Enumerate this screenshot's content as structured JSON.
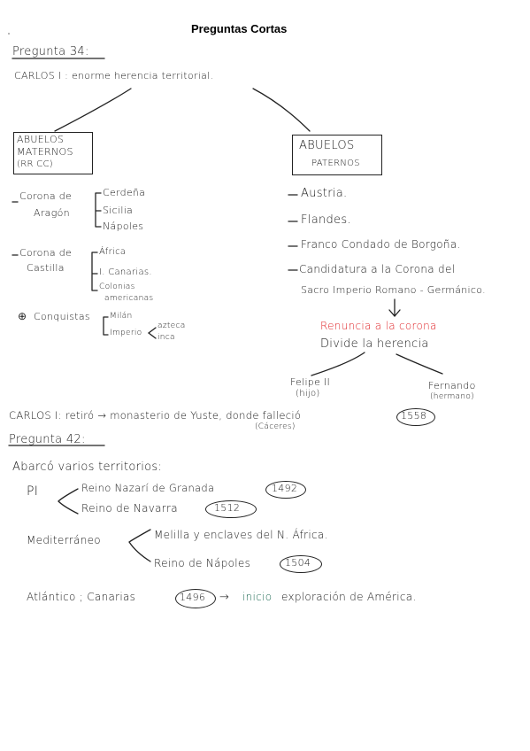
{
  "title": "Preguntas Cortas",
  "q34": {
    "heading": "Pregunta 34:",
    "carlos_line": "CARLOS I : enorme herencia territorial.",
    "maternos": {
      "box_l1": "ABUELOS",
      "box_l2": "MATERNOS",
      "box_l3": "(RR CC)",
      "aragon_l1": "Corona de",
      "aragon_l2": "Aragón",
      "aragon_items": [
        "Cerdeña",
        "Sicilia",
        "Nápoles"
      ],
      "castilla_l1": "Corona de",
      "castilla_l2": "Castilla",
      "castilla_items": [
        "África",
        "I. Canarias.",
        "Colonias",
        "americanas"
      ],
      "conquistas": "Conquistas",
      "conq_items": [
        "Milán",
        "Imperio"
      ],
      "imperio_items": [
        "azteca",
        "inca"
      ]
    },
    "paternos": {
      "box_l1": "ABUELOS",
      "box_l2": "PATERNOS",
      "items": [
        "Austria.",
        "Flandes.",
        "Franco Condado de Borgoña.",
        "Candidatura a la Corona del",
        "Sacro Imperio Romano - Germánico."
      ],
      "renuncia": "Renuncia a la corona",
      "divide": "Divide la herencia",
      "felipe": "Felipe II",
      "felipe_rel": "(hijo)",
      "fernando": "Fernando",
      "fernando_rel": "(hermano)"
    },
    "retiro": "CARLOS I: retiró → monasterio de Yuste, donde falleció",
    "retiro_year": "1558",
    "caceres": "(Cáceres)"
  },
  "q42": {
    "heading": "Pregunta 42:",
    "abarco": "Abarcó varios territorios:",
    "pi": "PI",
    "granada": "Reino Nazarí de Granada",
    "granada_year": "1492",
    "navarra": "Reino de Navarra",
    "navarra_year": "1512",
    "mediterraneo": "Mediterráneo",
    "melilla": "Melilla y enclaves del N. África.",
    "napoles": "Reino de Nápoles",
    "napoles_year": "1504",
    "atlantico": "Atlántico ; Canarias",
    "canarias_year": "1496",
    "arrow": "→",
    "inicio": "inicio",
    "exploracion": "exploración de América."
  },
  "colors": {
    "red": "#e0262a",
    "green": "#1f6b54",
    "ink": "#1a1a1a"
  }
}
